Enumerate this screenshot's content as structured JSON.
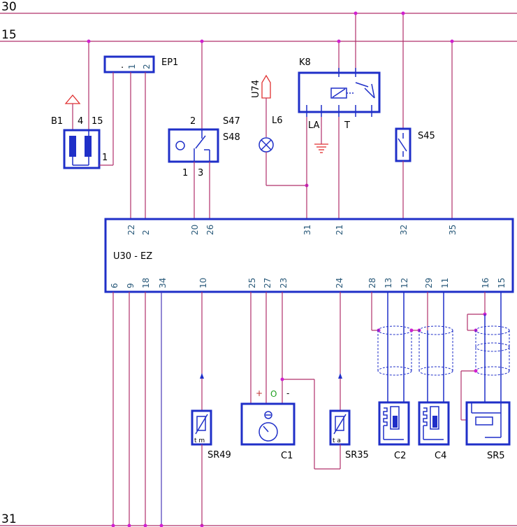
{
  "rails": {
    "rail_30": "30",
    "rail_15": "15",
    "rail_31": "31"
  },
  "components": {
    "ep1": {
      "name": "EP1",
      "pin1": "1",
      "pin2": "2",
      "dot": "."
    },
    "b1": {
      "name": "B1",
      "pin4": "4",
      "pin15": "15",
      "pin1": "1"
    },
    "s47": {
      "name": "S47",
      "pin2": "2"
    },
    "s48": {
      "name": "S48",
      "pin1": "1",
      "pin3": "3"
    },
    "u74": {
      "name": "U74"
    },
    "l6": {
      "name": "L6"
    },
    "k8": {
      "name": "K8",
      "la": "LA",
      "t": "T"
    },
    "s45": {
      "name": "S45"
    },
    "sr49": {
      "name": "SR49",
      "sub": "t  m"
    },
    "c1": {
      "name": "C1",
      "plus": "+",
      "zero": "O",
      "minus": "-"
    },
    "sr35": {
      "name": "SR35",
      "sub": "t  a"
    },
    "c2": {
      "name": "C2"
    },
    "c4": {
      "name": "C4"
    },
    "sr5": {
      "name": "SR5"
    }
  },
  "ecu": {
    "name": "U30 - EZ",
    "top_pins": [
      "22",
      "2",
      "20",
      "26",
      "31",
      "21",
      "32",
      "35"
    ],
    "bottom_pins": [
      "6",
      "9",
      "18",
      "34",
      "10",
      "25",
      "27",
      "23",
      "24",
      "28",
      "13",
      "12",
      "29",
      "11",
      "16",
      "15"
    ]
  },
  "colors": {
    "wire": "#b0306a",
    "component": "#1f2fc8",
    "junction": "#d020d0",
    "ground_symbol": "#e03030",
    "polarity_plus": "#c03030",
    "polarity_zero": "#20a020"
  }
}
